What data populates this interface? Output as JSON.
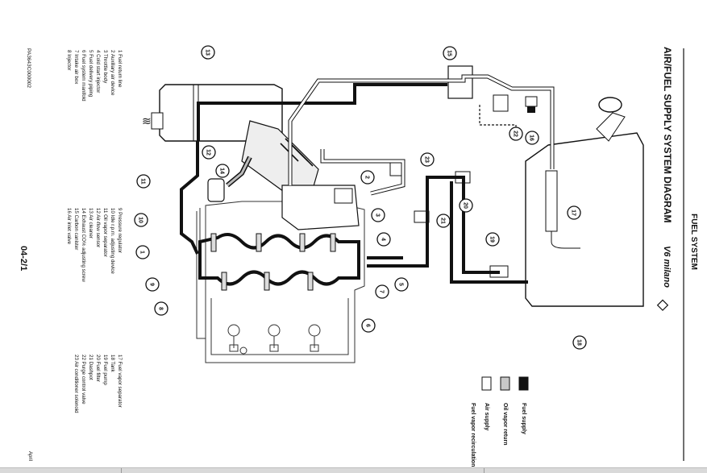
{
  "header": {
    "section": "FUEL SYSTEM",
    "title": "AIR/FUEL SUPPLY SYSTEM DIAGRAM",
    "model": "V6 milano"
  },
  "page_number": "04-2/1",
  "figure_ref": "PA3643C000002",
  "corner_mark": "April",
  "legend_left": [
    "1  Fuel return line",
    "2  Auxiliary air device",
    "3  Throttle body",
    "4  Cold start injector",
    "5  Fuel delivery piping",
    "6  Fuel system manifold",
    "7  Intake air box",
    "8  Injector"
  ],
  "legend_mid": [
    "9  Pressure regulator",
    "10  Idle r.p.m. adjusting device",
    "11  Oil vapor separator",
    "12  Air-flow sensor",
    "13  Air cleaner",
    "14  Exhaust CO% adjusting screw",
    "15  Carbon canister",
    "16  Air inlet valve"
  ],
  "legend_right": [
    "17  Fuel vapor separator",
    "18  Tank",
    "19  Fuel pump",
    "20  Fuel filter",
    "21  Dashpot",
    "22  Purge control valve",
    "23  Air conditioner solenoid"
  ],
  "key": [
    {
      "label": "Fuel supply",
      "fill": "#111111"
    },
    {
      "label": "Oil vapor return",
      "fill": "#c8c8c8"
    },
    {
      "label": "Air supply",
      "fill": "#ffffff"
    },
    {
      "label": "Fuel vapor recirculation",
      "fill": "#ffffff"
    }
  ],
  "callouts": [
    "1",
    "2",
    "3",
    "4",
    "5",
    "6",
    "7",
    "8",
    "9",
    "10",
    "11",
    "12",
    "13",
    "14",
    "15",
    "16",
    "17",
    "18",
    "19",
    "20",
    "21",
    "22",
    "23"
  ]
}
